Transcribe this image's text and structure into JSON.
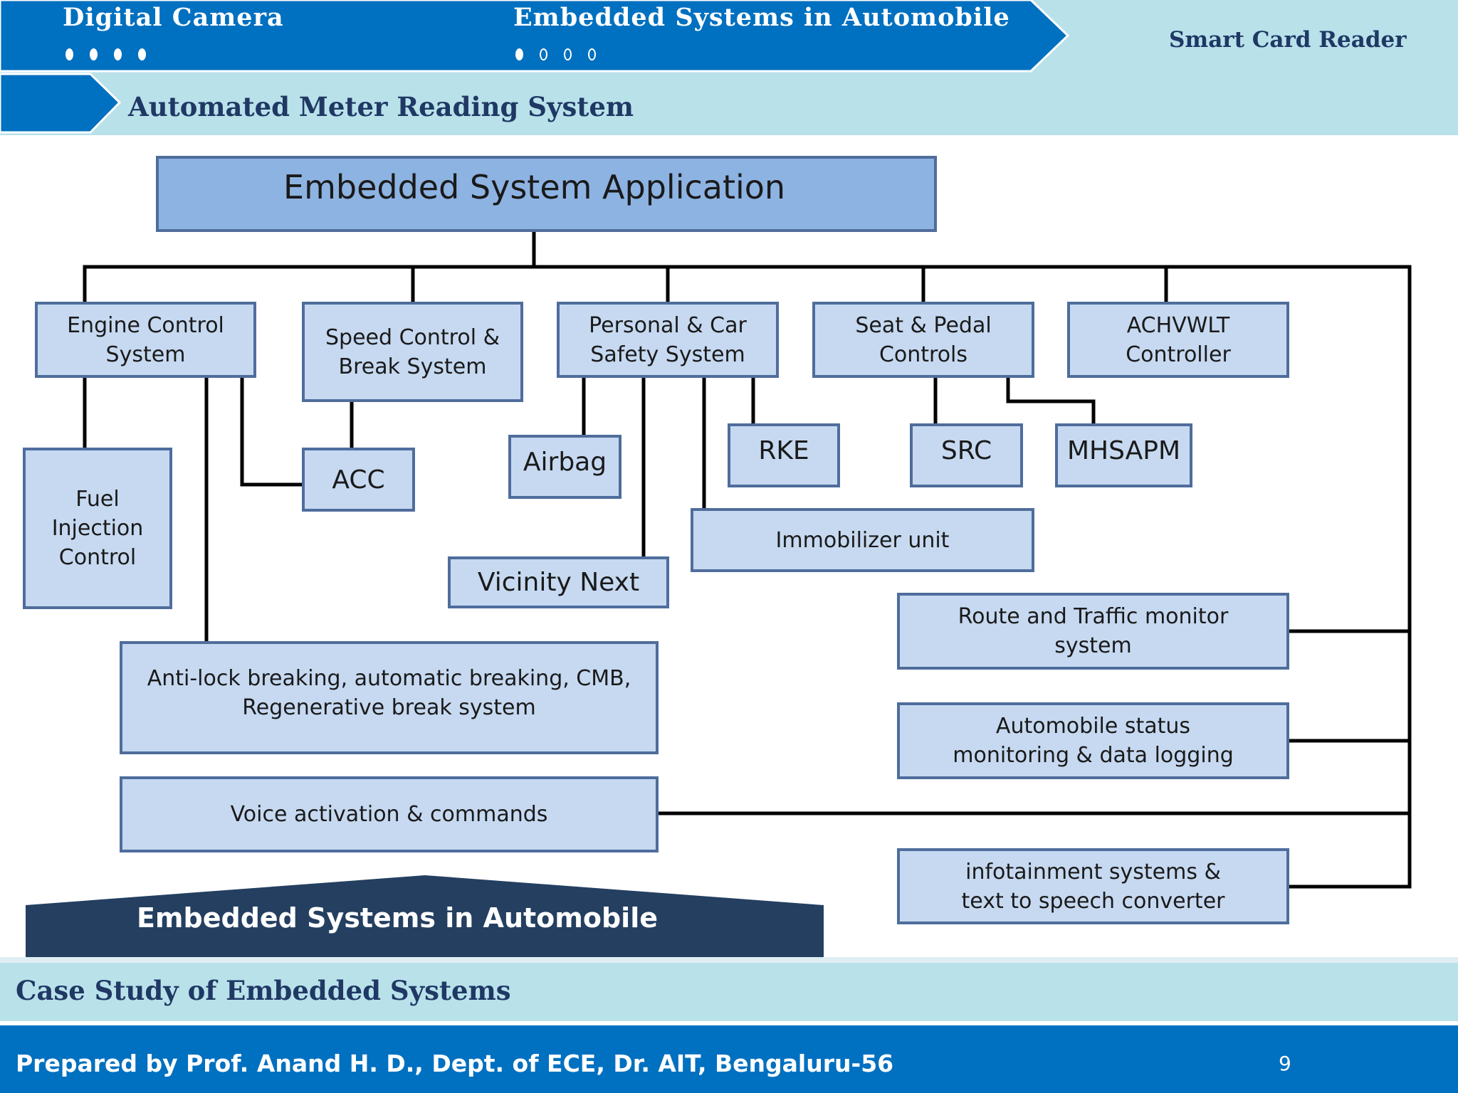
{
  "header": {
    "nav_items": [
      {
        "label": "Digital Camera",
        "dots": [
          true,
          true,
          true,
          true
        ]
      },
      {
        "label": "Embedded Systems in Automobile",
        "dots": [
          true,
          false,
          false,
          false
        ]
      }
    ],
    "right_label": "Smart Card Reader",
    "sub_label": "Automated Meter Reading System"
  },
  "diagram": {
    "root": "Embedded System Application",
    "nodes": {
      "engine": "Engine Control\nSystem",
      "speed": "Speed Control &\nBreak System",
      "personal": "Personal & Car\nSafety System",
      "seat": "Seat & Pedal\nControls",
      "achvwlt": "ACHVWLT\nController",
      "fuel": "Fuel\nInjection\nControl",
      "acc": "ACC",
      "airbag": "Airbag",
      "rke": "RKE",
      "src": "SRC",
      "mhsapm": "MHSAPM",
      "immobilizer": "Immobilizer unit",
      "vicinity": "Vicinity Next",
      "route": "Route and Traffic monitor\nsystem",
      "antilock": "Anti-lock breaking, automatic breaking, CMB,\nRegenerative break system",
      "status": "Automobile status\nmonitoring & data logging",
      "voice": "Voice activation & commands",
      "infotainment": "infotainment systems &\ntext to speech converter"
    },
    "banner": "Embedded Systems in Automobile"
  },
  "footer": {
    "section": "Case Study of Embedded Systems",
    "credit": "Prepared by Prof. Anand H. D., Dept. of ECE,  Dr. AIT, Bengaluru-56",
    "page_number": "9"
  },
  "colors": {
    "nav_blue": "#0070c0",
    "light_cyan": "#b9e1ea",
    "box_fill": "#c6d9f1",
    "root_fill": "#8db3e2",
    "box_border": "#4f6d9c",
    "banner_navy": "#243f60",
    "header_text_navy": "#1f3864"
  }
}
